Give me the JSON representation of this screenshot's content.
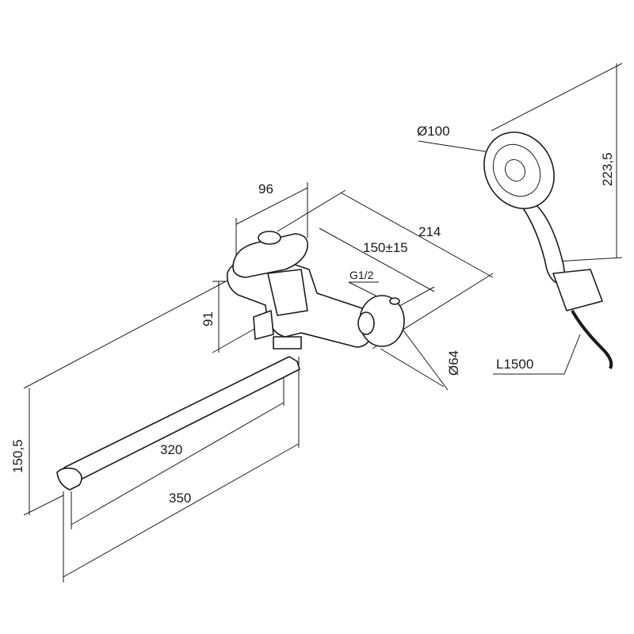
{
  "title": "Bath mixer with long spout and hand shower - dimension drawing",
  "dimensions": {
    "handle_width": "96",
    "depth_total": "214",
    "centers": "150±15",
    "thread": "G1/2",
    "height_body": "91",
    "flange_diameter": "Ø64",
    "shower_head_diameter": "Ø100",
    "shower_length": "223,5",
    "hose_length": "L1500",
    "spout_height": "150,5",
    "spout_reach_inner": "320",
    "spout_reach_outer": "350"
  },
  "colors": {
    "line": "#1a1a1a",
    "background": "#ffffff"
  }
}
